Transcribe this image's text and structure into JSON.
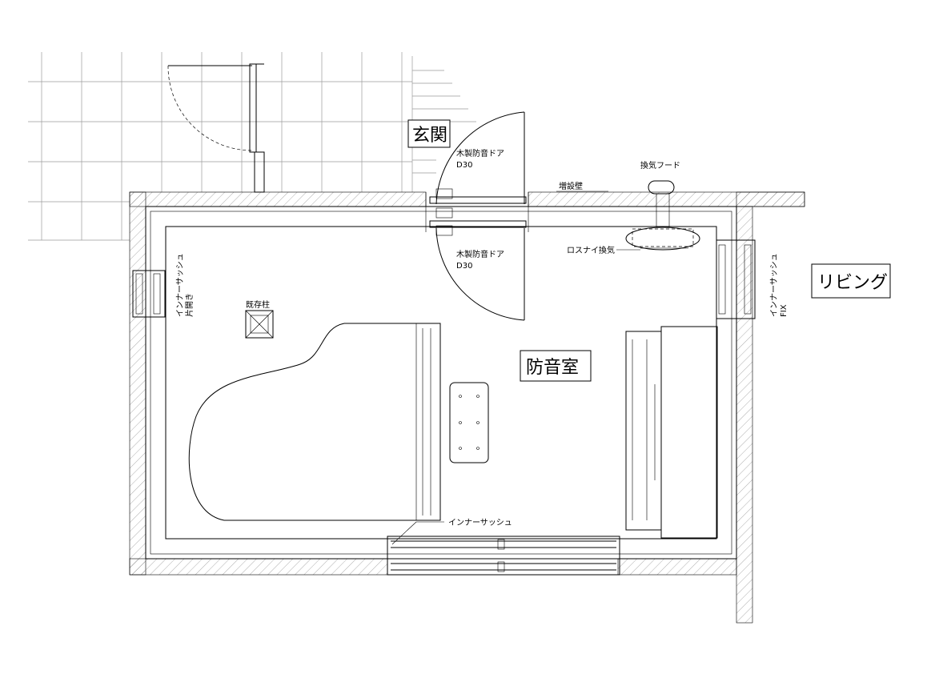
{
  "labels": {
    "entrance": "玄関",
    "soundproof_room": "防音室",
    "living": "リビング",
    "door_top_name": "木製防音ドア",
    "door_top_rating": "D30",
    "door_bottom_name": "木製防音ドア",
    "door_bottom_rating": "D30",
    "added_wall": "増設壁",
    "vent_hood": "換気フード",
    "lossnay": "ロスナイ換気",
    "existing_column": "既存柱",
    "inner_sash_left": "インナーサッシュ",
    "inner_sash_left_type": "片開き",
    "inner_sash_right": "インナーサッシュ",
    "inner_sash_right_type": "FIX",
    "inner_sash_bottom": "インナーサッシュ"
  }
}
